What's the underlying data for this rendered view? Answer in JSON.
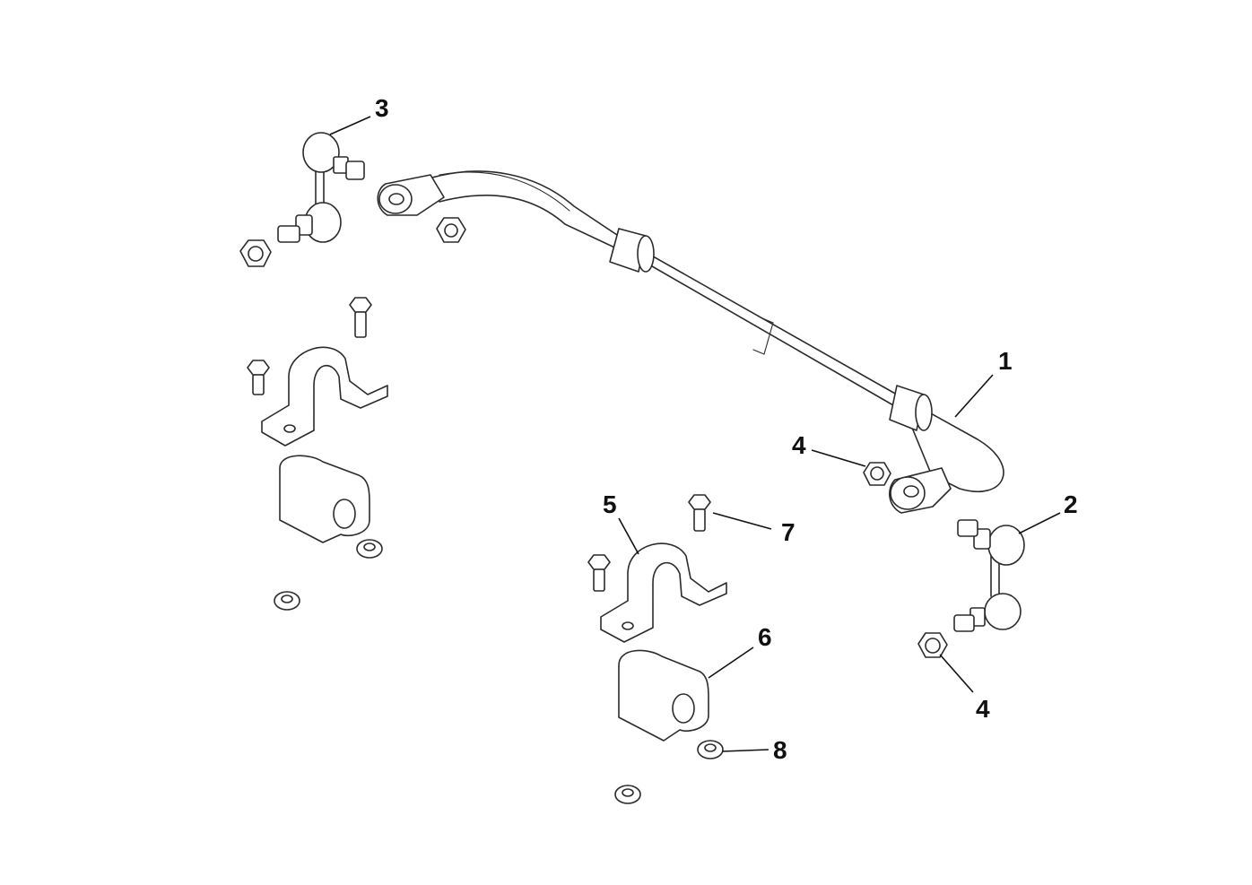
{
  "diagram": {
    "callouts": [
      {
        "id": "c1",
        "label": "1"
      },
      {
        "id": "c2",
        "label": "2"
      },
      {
        "id": "c3",
        "label": "3"
      },
      {
        "id": "c4a",
        "label": "4"
      },
      {
        "id": "c4b",
        "label": "4"
      },
      {
        "id": "c5",
        "label": "5"
      },
      {
        "id": "c6",
        "label": "6"
      },
      {
        "id": "c7",
        "label": "7"
      },
      {
        "id": "c8",
        "label": "8"
      }
    ]
  }
}
